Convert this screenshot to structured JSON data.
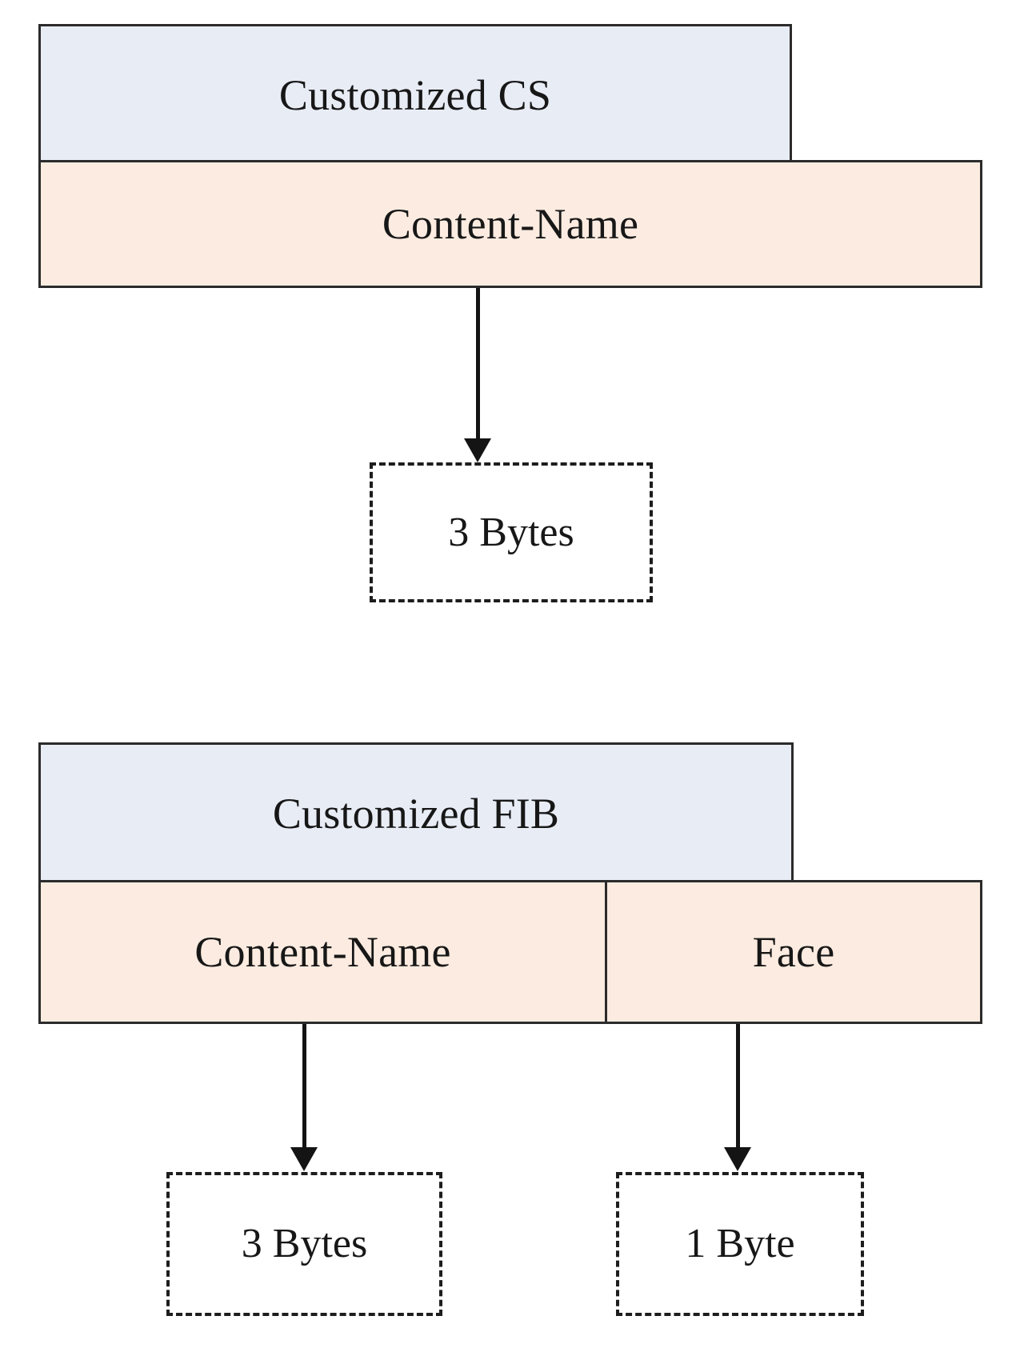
{
  "diagram": {
    "title_semantic": "customized-cs-and-fib-table-structures",
    "palette": {
      "header_fill": "#e8ecf5",
      "field_fill": "#fcebe0",
      "border": "#2b2b2b",
      "arrow": "#141414",
      "dashed_border": "#1d1d1d",
      "background": "#ffffff",
      "text": "#171717"
    },
    "sections": [
      {
        "id": "cs",
        "header": "Customized CS",
        "fields": [
          {
            "label": "Content-Name",
            "size_note": "3 Bytes"
          }
        ]
      },
      {
        "id": "fib",
        "header": "Customized FIB",
        "fields": [
          {
            "label": "Content-Name",
            "size_note": "3 Bytes"
          },
          {
            "label": "Face",
            "size_note": "1 Byte"
          }
        ]
      }
    ]
  }
}
